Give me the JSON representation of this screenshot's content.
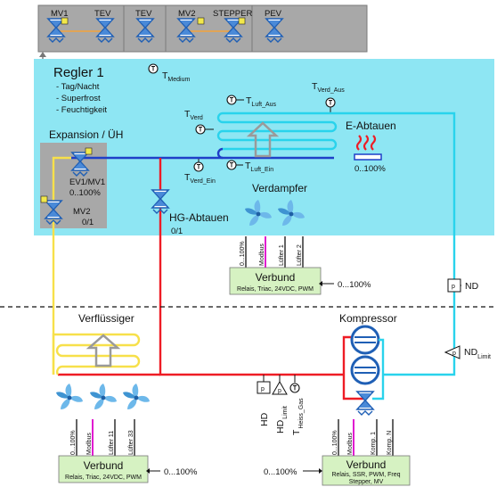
{
  "top_valves": {
    "items": [
      "MV1",
      "TEV",
      "TEV",
      "MV2",
      "STEPPER",
      "PEV"
    ]
  },
  "controller": {
    "title": "Regler 1",
    "features": [
      "- Tag/Nacht",
      "- Superfrost",
      "- Feuchtigkeit"
    ]
  },
  "sensors": {
    "t_medium": "T",
    "t_medium_sub": "Medium",
    "t_verd_aus": "T",
    "t_verd_aus_sub": "Verd_Aus",
    "t_luft_aus": "T",
    "t_luft_aus_sub": "Luft_Aus",
    "t_verd": "T",
    "t_verd_sub": "Verd",
    "t_verd_ein": "T",
    "t_verd_ein_sub": "Verd_Ein",
    "t_luft_ein": "T",
    "t_luft_ein_sub": "Luft_Ein"
  },
  "expansion": {
    "title": "Expansion / ÜH",
    "ev_label": "EV1/MV1",
    "ev_range": "0..100%",
    "mv2_label": "MV2",
    "mv2_range": "0/1"
  },
  "defrost": {
    "e_label": "E-Abtauen",
    "e_range": "0..100%",
    "hg_label": "HG-Abtauen",
    "hg_range": "0/1"
  },
  "evaporator": {
    "title": "Verdampfer",
    "signals": [
      "0...100%",
      "Modbus",
      "Lüfter 1",
      "Lüfter 2"
    ],
    "box_title": "Verbund",
    "box_sub": "Relais, Triac, 24VDC, PWM",
    "output": "0...100%"
  },
  "pressure": {
    "nd": "ND",
    "nd_limit": "ND",
    "nd_limit_sub": "Limit",
    "p_symbol": "p",
    "hd": "HD",
    "hd_limit": "HD",
    "hd_limit_sub": "Limit",
    "t_heiss": "T",
    "t_heiss_sub": "Heiss_Gas"
  },
  "condenser": {
    "title": "Verflüssiger",
    "signals": [
      "0...100%",
      "Modbus",
      "Lüfter 11",
      "Lüfter 33"
    ],
    "box_title": "Verbund",
    "box_sub": "Relais, Triac, 24VDC, PWM",
    "output": "0...100%"
  },
  "compressor": {
    "title": "Kompressor",
    "signals": [
      "0...100%",
      "Modbus",
      "Komp. 1",
      "Komp. N"
    ],
    "box_title": "Verbund",
    "box_sub1": "Relais, SSR, PWM, Freq",
    "box_sub2": "Stepper, MV",
    "input": "0...100%"
  },
  "colors": {
    "panel_gray": "#a8a8a8",
    "cyan_zone": "#8ee6f3",
    "pipe_red": "#ee1c25",
    "pipe_blue": "#1f3fc8",
    "pipe_cyan": "#29d3ec",
    "pipe_yellow": "#f7e04a",
    "box_green": "#d6f2c2",
    "modbus_magenta": "#e01ad0"
  }
}
